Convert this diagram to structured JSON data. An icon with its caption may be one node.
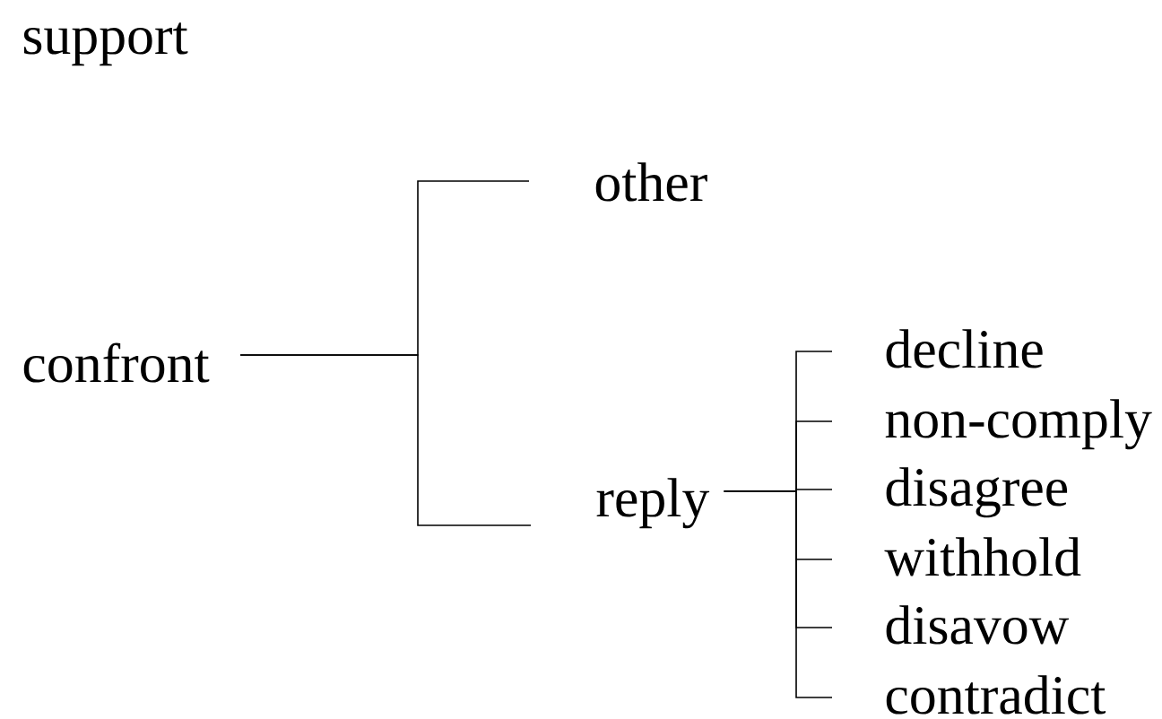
{
  "diagram": {
    "nodes": [
      {
        "text": [
          "confront"
        ]
      },
      {
        "text": [
          "other"
        ]
      },
      {
        "text": [
          "reply"
        ]
      },
      {
        "text": [
          "decline"
        ]
      },
      {
        "text": [
          "non-comply"
        ]
      },
      {
        "text": [
          "disagree"
        ]
      },
      {
        "text": [
          "withhold"
        ]
      },
      {
        "text": [
          "disavow"
        ]
      },
      {
        "text": [
          "contradict"
        ]
      }
    ],
    "edges": [
      {
        "from": 0,
        "to": 1,
        "arrow": "none"
      },
      {
        "from": 0,
        "to": 2,
        "arrow": "none"
      },
      {
        "from": 2,
        "to": 3,
        "arrow": "none"
      },
      {
        "from": 2,
        "to": 4,
        "arrow": "none"
      },
      {
        "from": 2,
        "to": 5,
        "arrow": "none"
      },
      {
        "from": 2,
        "to": 6,
        "arrow": "none"
      },
      {
        "from": 2,
        "to": 7,
        "arrow": "none"
      },
      {
        "from": 2,
        "to": 8,
        "arrow": "none"
      }
    ],
    "labels": [
      "support"
    ]
  }
}
